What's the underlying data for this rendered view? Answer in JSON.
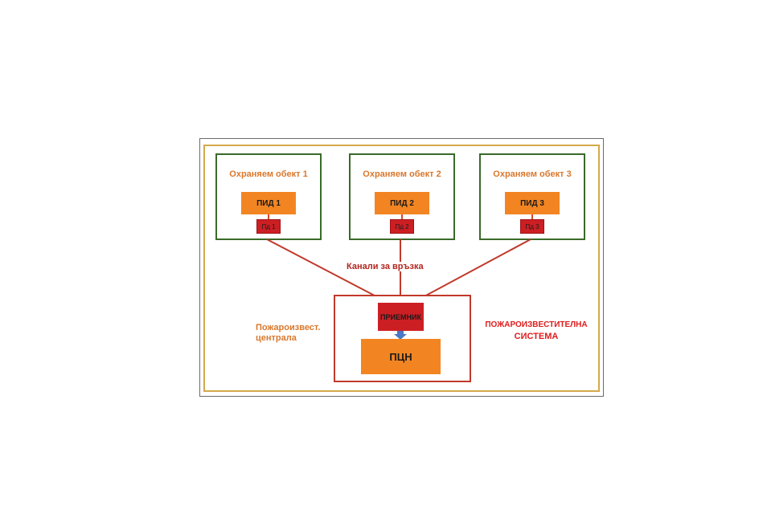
{
  "objects": [
    {
      "title": "Охраняем обект 1",
      "pid": "ПИД 1",
      "pd": "Пд 1"
    },
    {
      "title": "Охраняем обект 2",
      "pid": "ПИД 2",
      "pd": "Пд 2"
    },
    {
      "title": "Охраняем обект 3",
      "pid": "ПИД 3",
      "pd": "Пд 3"
    }
  ],
  "channel_label": "Канали за връзка",
  "receiver": "ПРИЕМНИК",
  "pcn": "ПЦН",
  "central_label": {
    "line1": "Пожароизвест.",
    "line2": "централа"
  },
  "system_label": {
    "line1": "ПОЖАРОИЗВЕСТИТЕЛНА",
    "line2": "СИСТЕМА"
  },
  "colors": {
    "outer_border": "#d4a94a",
    "object_border": "#3a6a2a",
    "orange": "#f28522",
    "red": "#cc1f24",
    "link_line": "#c0392b",
    "arrow": "#4a78c2"
  }
}
